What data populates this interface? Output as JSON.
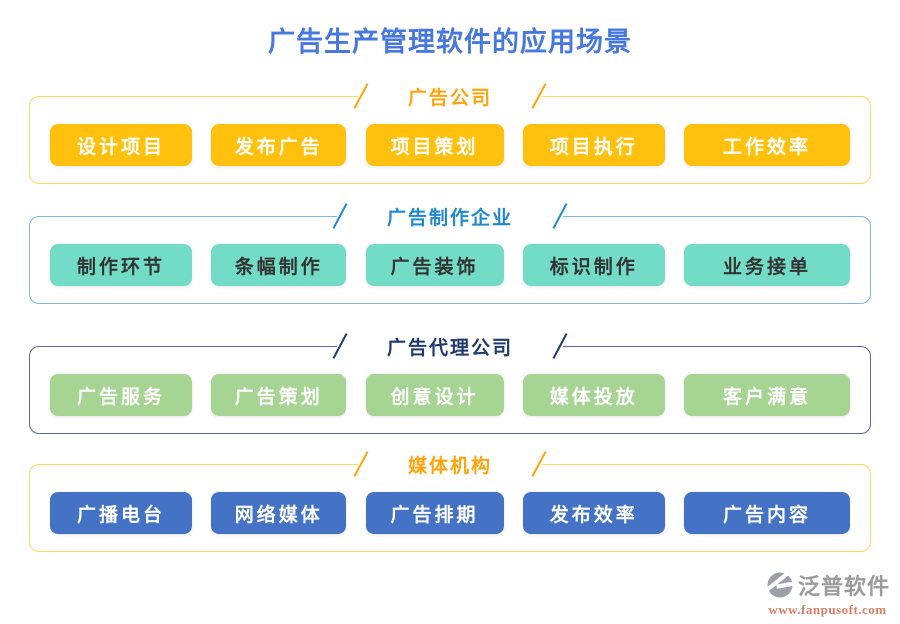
{
  "title": "广告生产管理软件的应用场景",
  "title_color": "#4778E0",
  "sections": [
    {
      "name": "广告公司",
      "header_color": "#FFA40B",
      "border_color": "#FFD966",
      "button_bg": "#FFC00E",
      "button_text": "#FFFFFF",
      "items": [
        "设计项目",
        "发布广告",
        "项目策划",
        "项目执行",
        "工作效率"
      ]
    },
    {
      "name": "广告制作企业",
      "header_color": "#1E88D2",
      "border_color": "#7FB8E8",
      "button_bg": "#73DCC6",
      "button_text": "#333333",
      "items": [
        "制作环节",
        "条幅制作",
        "广告装饰",
        "标识制作",
        "业务接单"
      ]
    },
    {
      "name": "广告代理公司",
      "header_color": "#1F3A70",
      "border_color": "#5A689E",
      "button_bg": "#A6D492",
      "button_text": "#FFFFFF",
      "items": [
        "广告服务",
        "广告策划",
        "创意设计",
        "媒体投放",
        "客户满意"
      ]
    },
    {
      "name": "媒体机构",
      "header_color": "#FFA40B",
      "border_color": "#FFD966",
      "button_bg": "#4472C4",
      "button_text": "#FFFFFF",
      "items": [
        "广播电台",
        "网络媒体",
        "广告排期",
        "发布效率",
        "广告内容"
      ]
    }
  ],
  "logo": {
    "icon": "fanpu-swirl",
    "name": "泛普软件",
    "url": "www.fanpusoft.com",
    "name_color": "#9B9B9B",
    "url_color": "#DB7E68",
    "icon_color": "#9AA0A6"
  }
}
